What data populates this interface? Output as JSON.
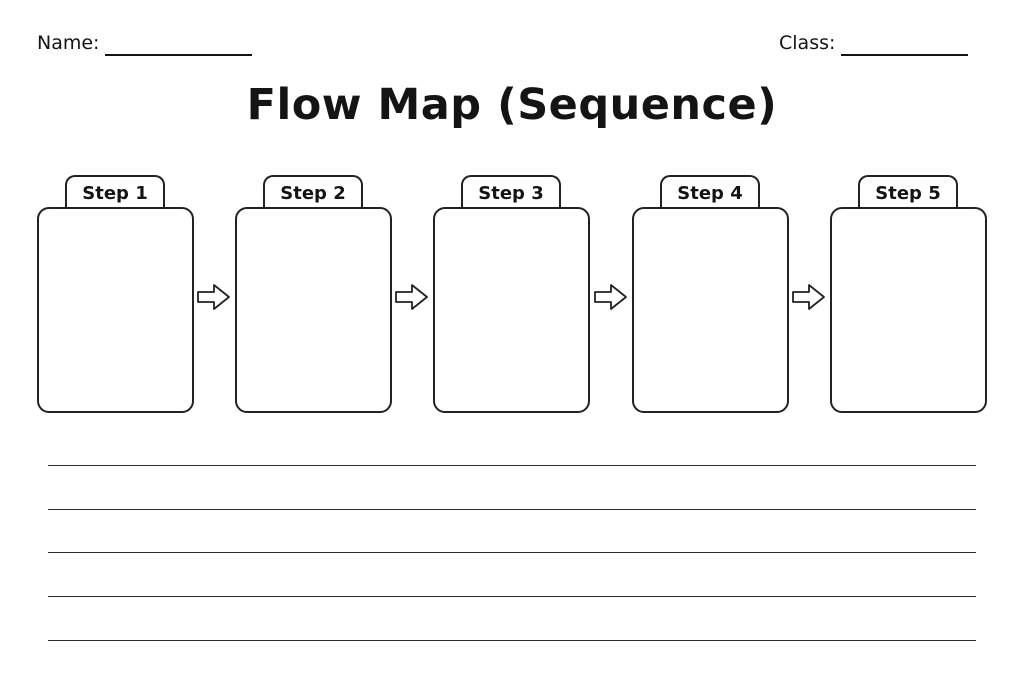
{
  "header": {
    "name_label": "Name:",
    "class_label": "Class:"
  },
  "title": "Flow Map (Sequence)",
  "steps": [
    {
      "label": "Step 1"
    },
    {
      "label": "Step 2"
    },
    {
      "label": "Step 3"
    },
    {
      "label": "Step 4"
    },
    {
      "label": "Step 5"
    }
  ],
  "arrow_icon": "right-arrow-icon",
  "writing_line_count": 5
}
